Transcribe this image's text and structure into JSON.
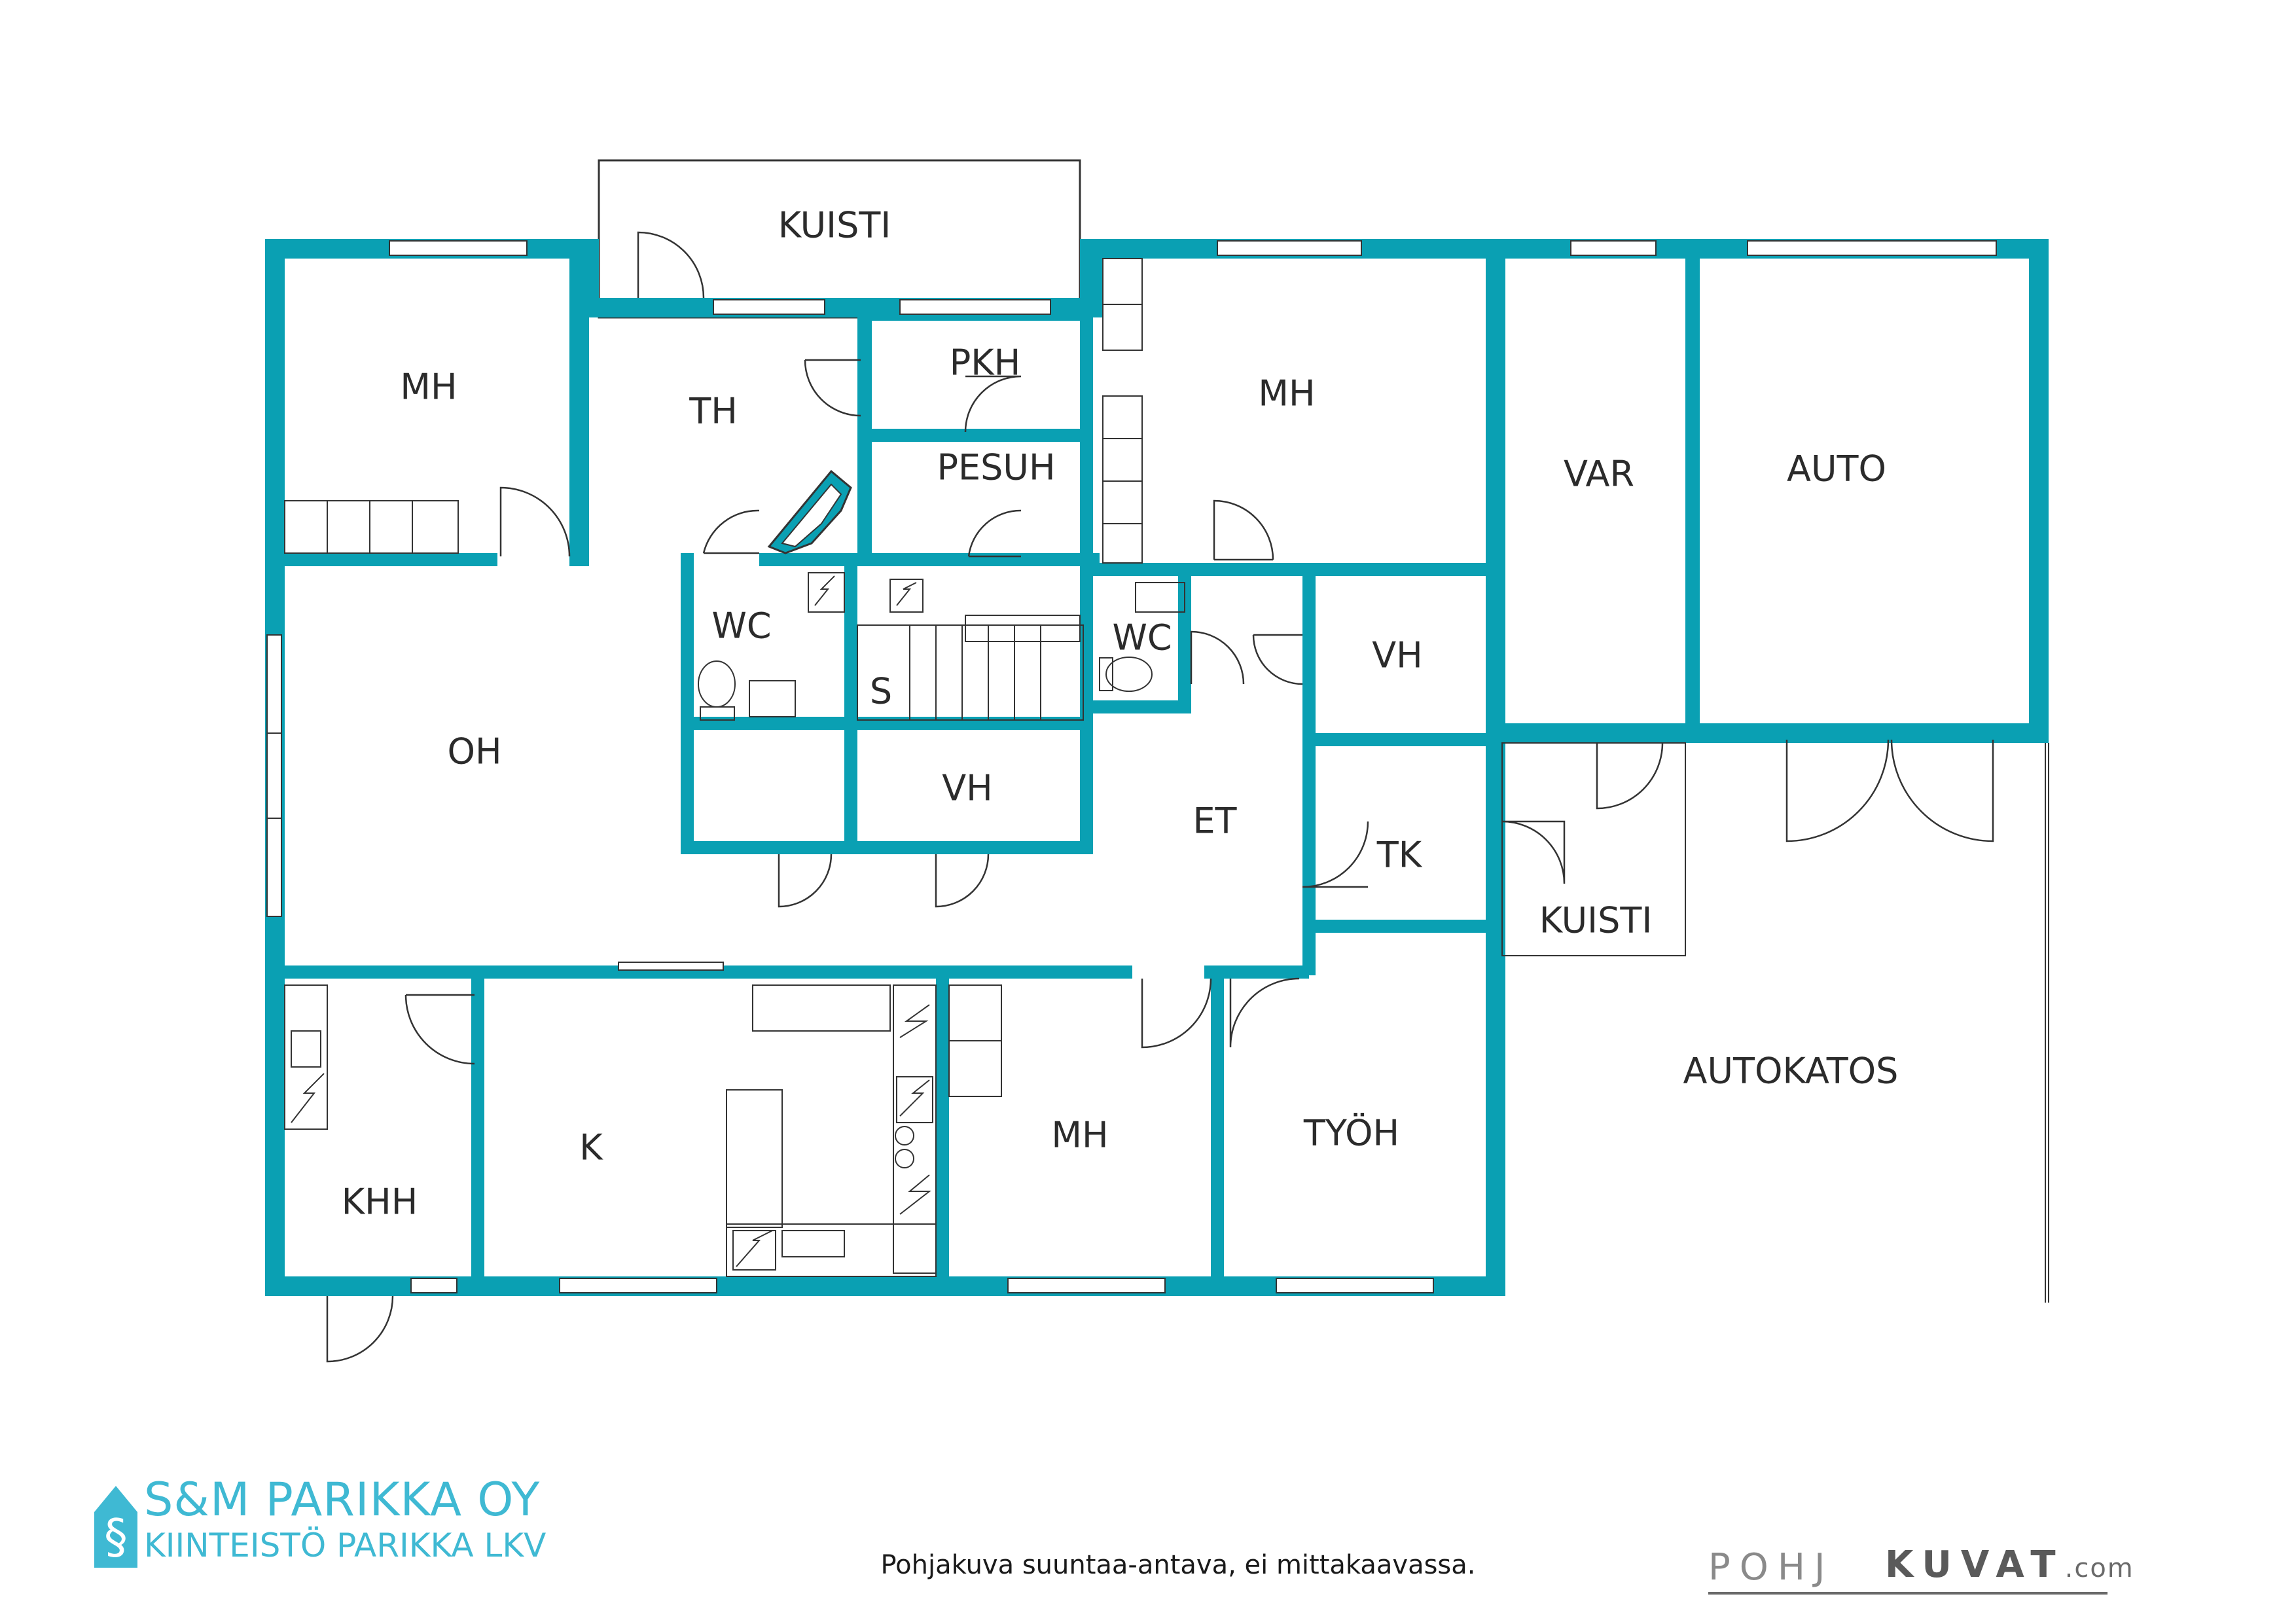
{
  "rooms": {
    "kuisti_top": "KUISTI",
    "mh_nw": "MH",
    "th": "TH",
    "pkh": "PKH",
    "pesuh": "PESUH",
    "mh_ne": "MH",
    "var": "VAR",
    "auto": "AUTO",
    "wc_left": "WC",
    "wc_right": "WC",
    "s": "S",
    "vh_center": "VH",
    "vh_right": "VH",
    "oh": "OH",
    "et": "ET",
    "tk": "TK",
    "kuisti_side": "KUISTI",
    "autokatos": "AUTOKATOS",
    "k": "K",
    "khh": "KHH",
    "mh_s": "MH",
    "tyoh": "TYÖH"
  },
  "footer": {
    "note": "Pohjakuva suuntaa-antava, ei mittakaavassa."
  },
  "logo": {
    "name": "S&M PARIKKA OY",
    "sub": "KIINTEISTÖ PARIKKA LKV"
  },
  "brand": {
    "left": "POHJ",
    "right": "KUVAT",
    "domain": ".com"
  },
  "colors": {
    "wall": "#0aa0b3",
    "logo": "#3fb9d3"
  }
}
